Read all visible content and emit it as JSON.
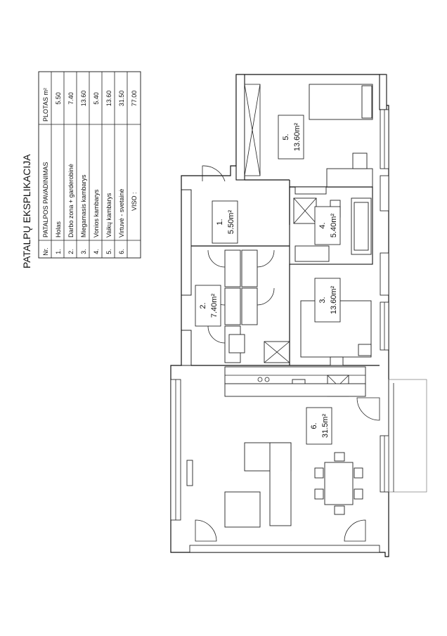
{
  "table": {
    "title": "PATALPŲ EKSPLIKACIJA",
    "headers": [
      "Nr.",
      "PATALPOS PAVADINIMAS",
      "PLOTAS m²"
    ],
    "rows": [
      {
        "nr": "1.",
        "name": "Holas",
        "area": "5.50"
      },
      {
        "nr": "2.",
        "name": "Darbo zona + garderobinė",
        "area": "7.40"
      },
      {
        "nr": "3.",
        "name": "Miegamasis kambarys",
        "area": "13.60"
      },
      {
        "nr": "4.",
        "name": "Vonios kambarys",
        "area": "5.40"
      },
      {
        "nr": "5.",
        "name": "Vaikų kambarys",
        "area": "13.60"
      },
      {
        "nr": "6.",
        "name": "Virtuvė - svetainė",
        "area": "31.50"
      }
    ],
    "total_label": "VISO :",
    "total_value": "77.00"
  },
  "rooms": [
    {
      "nr": "1.",
      "area": "5.50m²"
    },
    {
      "nr": "2.",
      "area": "7.40m²"
    },
    {
      "nr": "3.",
      "area": "13.60m²"
    },
    {
      "nr": "4.",
      "area": "5.40m²"
    },
    {
      "nr": "5.",
      "area": "13.60m²"
    },
    {
      "nr": "6.",
      "area": "31.5m²"
    }
  ]
}
